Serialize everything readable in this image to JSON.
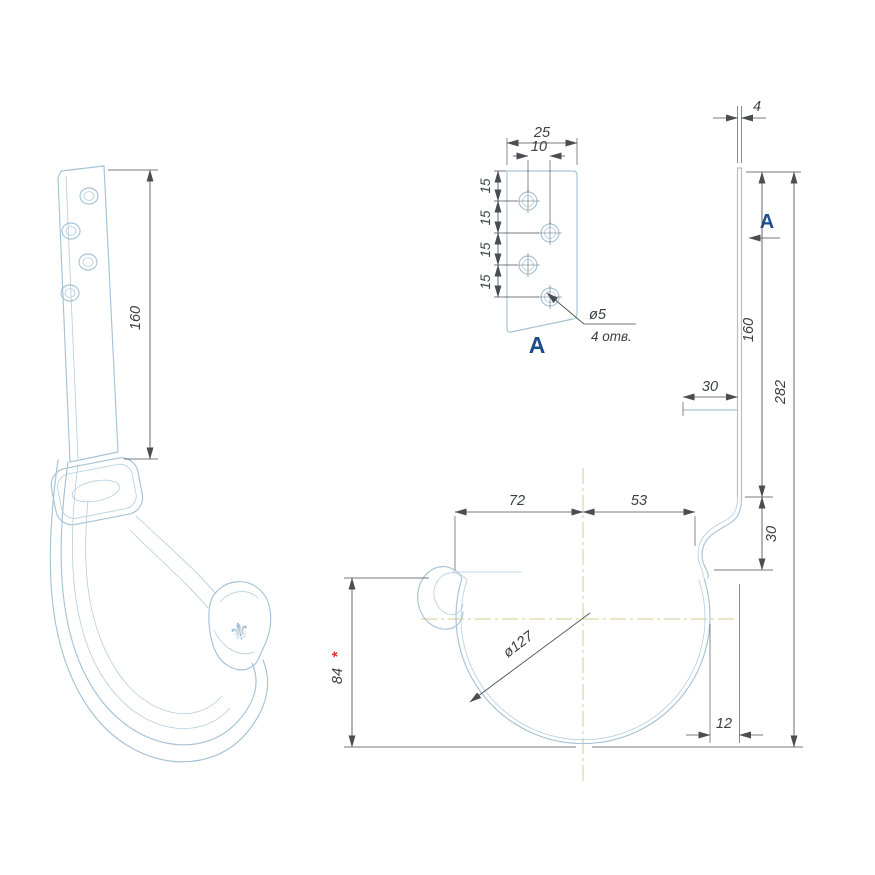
{
  "colors": {
    "part_line": "#a6c3d6",
    "dimension_line": "#4a4e52",
    "dimension_text": "#3c4043",
    "accent_blue": "#1b4e8e",
    "accent_red": "#e03322",
    "centerline": "#d8c98f",
    "background": "#ffffff"
  },
  "left_view": {
    "dim_length": "160",
    "brand_mark": "⚜"
  },
  "detail_view": {
    "label": "A",
    "dim_width": "25",
    "dim_offset": "10",
    "pitch_labels": [
      "15",
      "15",
      "15",
      "15"
    ],
    "callout_diameter": "ø5",
    "callout_count": "4 отв."
  },
  "profile_view": {
    "dim_thickness": "4",
    "section_label": "A",
    "dim_strap": "160",
    "dim_total_height": "282",
    "dim_top_step": "30",
    "dim_left_half": "72",
    "dim_right_half": "53",
    "dim_side_step": "30",
    "dim_diameter": "ø127",
    "dim_depth": "84",
    "dim_depth_note": "*",
    "dim_edge_offset": "12"
  }
}
